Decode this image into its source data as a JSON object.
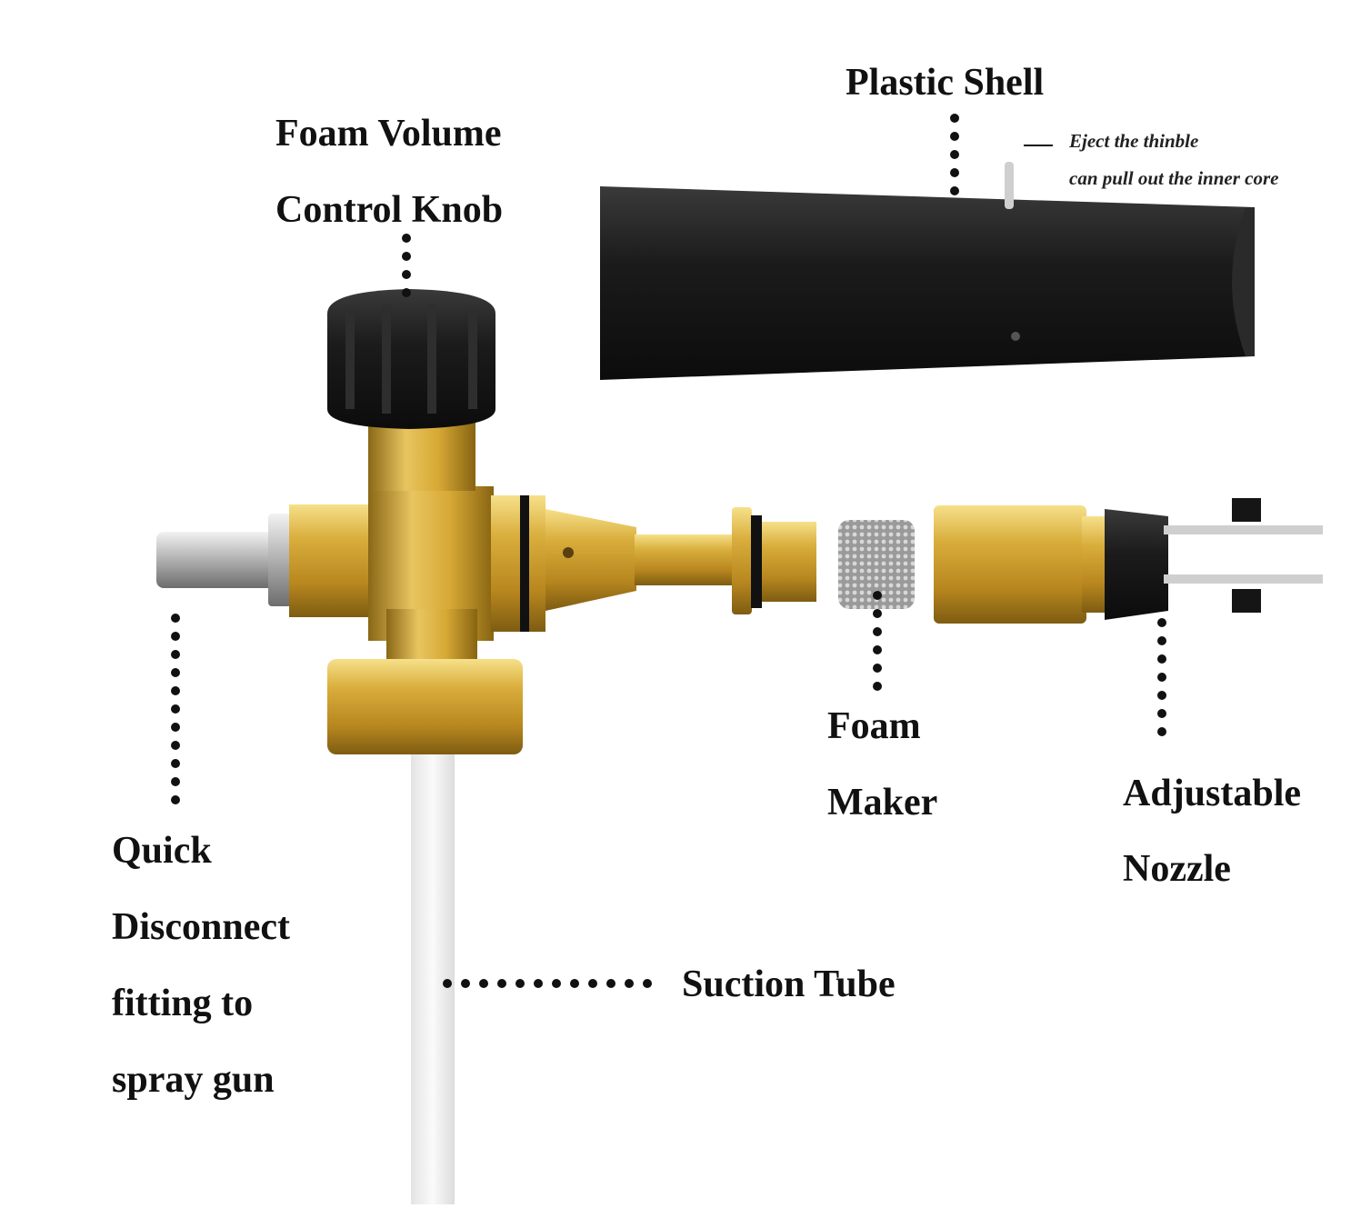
{
  "labels": {
    "plastic_shell": "Plastic Shell",
    "eject_line1": "Eject the thinble",
    "eject_line2": "can pull out the inner core",
    "foam_volume_line1": "Foam Volume",
    "foam_volume_line2": "Control Knob",
    "foam_maker_line1": "Foam",
    "foam_maker_line2": "Maker",
    "adjustable_line1": "Adjustable",
    "adjustable_line2": "Nozzle",
    "quick_line1": "Quick",
    "quick_line2": "Disconnect",
    "quick_line3": "fitting to",
    "quick_line4": "spray gun",
    "suction_tube": "Suction Tube"
  },
  "colors": {
    "brass": "#d4a93a",
    "brass_dark": "#8a6a1a",
    "brass_light": "#f3d77a",
    "black_part": "#1c1c1c",
    "steel": "#b9b9b9",
    "leader_dots": "#111111"
  }
}
